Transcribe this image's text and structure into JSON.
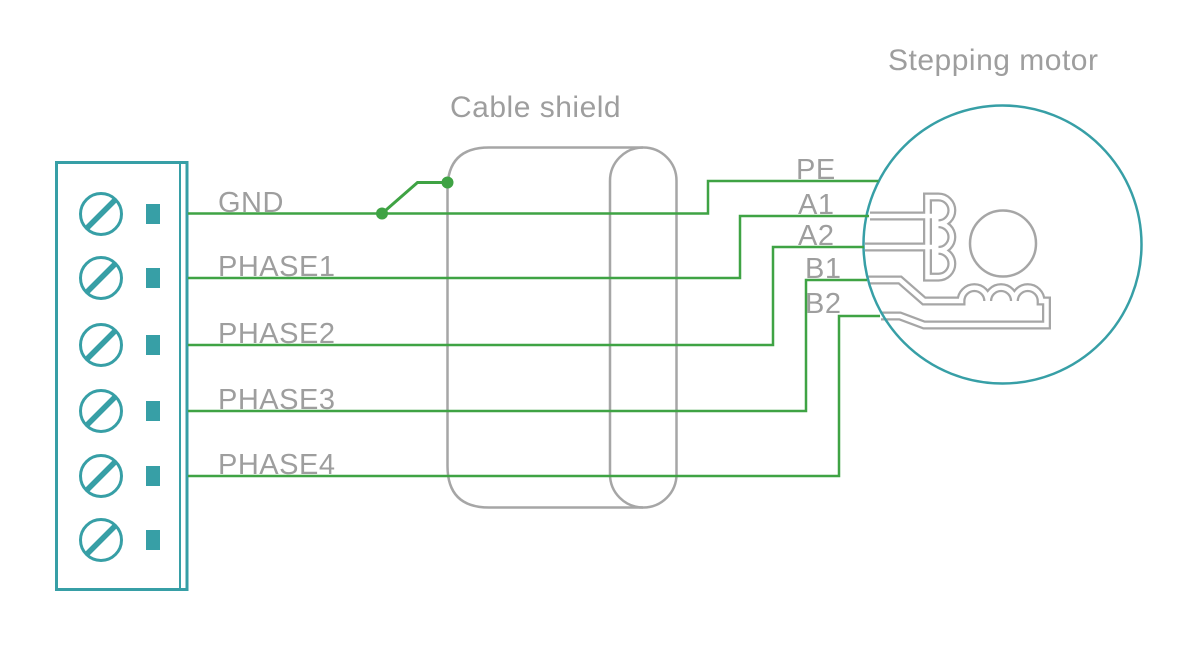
{
  "colors": {
    "wire": "#3FA344",
    "device": "#379FA6",
    "outline": "#A6A6A6",
    "text": "#9E9E9E"
  },
  "titles": {
    "shield": "Cable shield",
    "motor": "Stepping motor"
  },
  "terminal": {
    "labels": [
      "GND",
      "PHASE1",
      "PHASE2",
      "PHASE3",
      "PHASE4"
    ]
  },
  "motor": {
    "labels": [
      "PE",
      "A1",
      "A2",
      "B1",
      "B2"
    ]
  }
}
